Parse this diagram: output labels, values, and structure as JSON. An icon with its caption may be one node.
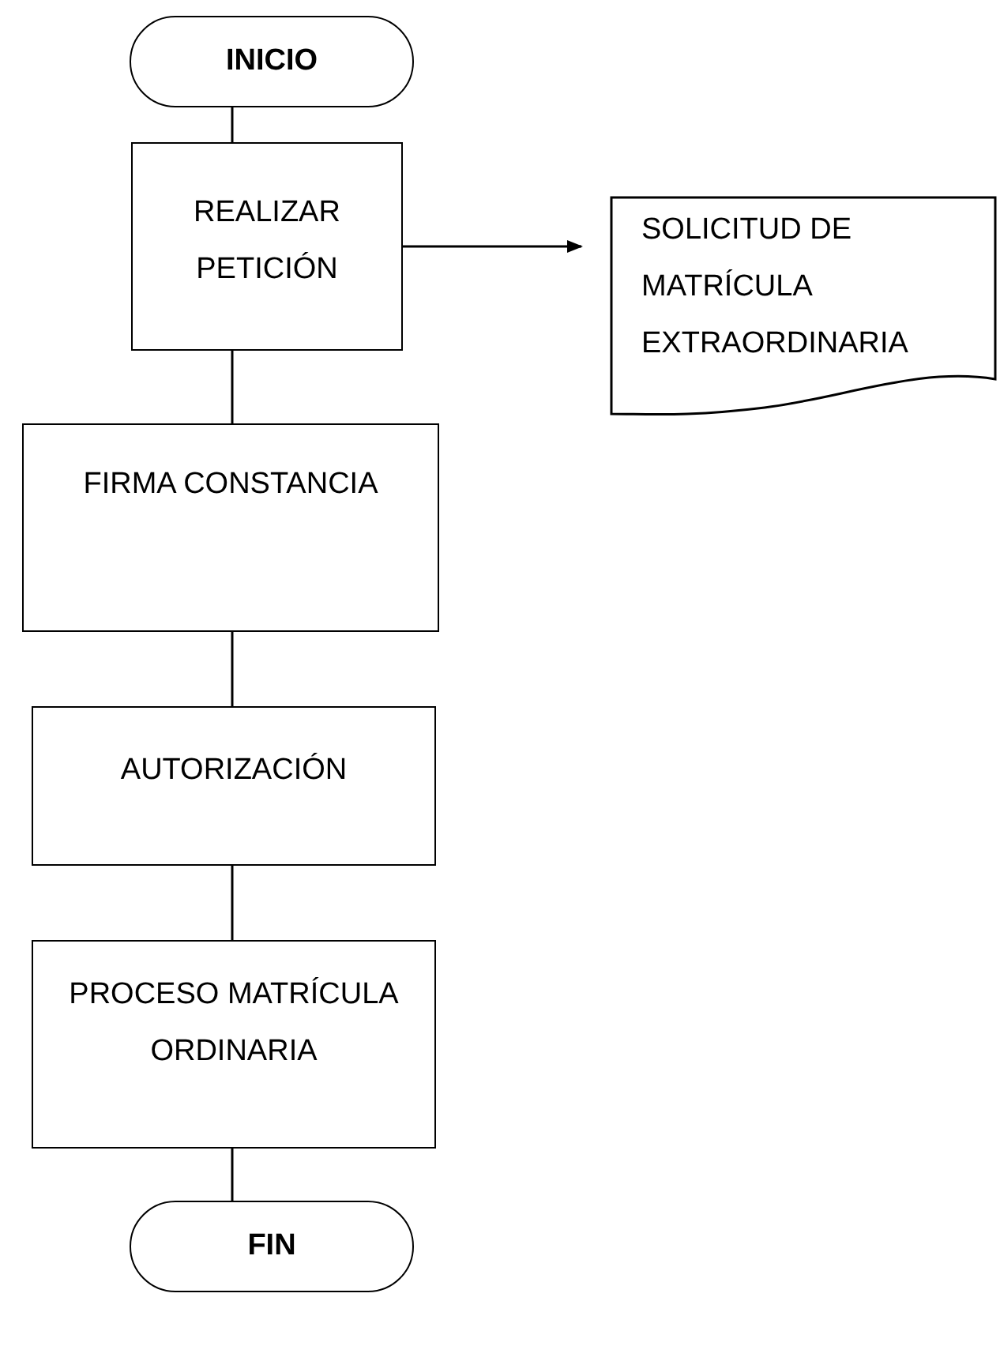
{
  "diagram": {
    "nodes": [
      {
        "text": [
          "INICIO"
        ]
      },
      {
        "text": [
          "REALIZAR PETICIÓN"
        ]
      },
      {
        "text": [
          "SOLICITUD DE MATRÍCULA EXTRAORDINARIA"
        ]
      },
      {
        "text": [
          "FIRMA CONSTANCIA"
        ]
      },
      {
        "text": [
          "AUTORIZACIÓN"
        ]
      },
      {
        "text": [
          "PROCESO MATRÍCULA ORDINARIA"
        ]
      },
      {
        "text": [
          "FIN"
        ]
      }
    ],
    "edges": [
      {
        "from": 0,
        "to": 1,
        "arrow": "none"
      },
      {
        "from": 1,
        "to": 2,
        "arrow": "to"
      },
      {
        "from": 1,
        "to": 3,
        "arrow": "none"
      },
      {
        "from": 3,
        "to": 4,
        "arrow": "none"
      },
      {
        "from": 4,
        "to": 5,
        "arrow": "none"
      },
      {
        "from": 5,
        "to": 6,
        "arrow": "none"
      }
    ]
  }
}
